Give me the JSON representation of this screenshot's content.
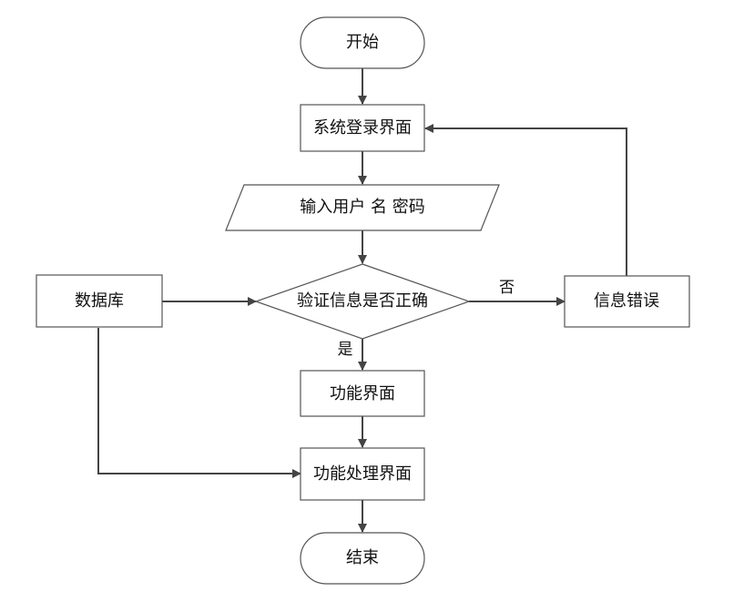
{
  "nodes": {
    "start": {
      "label": "开始"
    },
    "login": {
      "label": "系统登录界面"
    },
    "input": {
      "label": "输入用户 名 密码"
    },
    "verify": {
      "label": "验证信息是否正确"
    },
    "db": {
      "label": "数据库"
    },
    "error": {
      "label": "信息错误"
    },
    "func": {
      "label": "功能界面"
    },
    "process": {
      "label": "功能处理界面"
    },
    "end": {
      "label": "结束"
    }
  },
  "edges": {
    "yes_label": "是",
    "no_label": "否"
  },
  "colors": {
    "stroke": "#555555",
    "arrow": "#444444",
    "text": "#111111"
  }
}
